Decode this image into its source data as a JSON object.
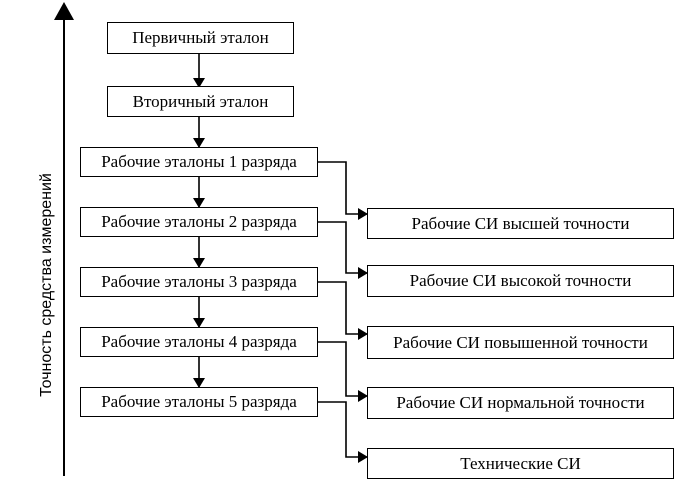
{
  "axis": {
    "label": "Точность средства измерений"
  },
  "standards": [
    "Первичный эталон",
    "Вторичный эталон",
    "Рабочие эталоны 1 разряда",
    "Рабочие эталоны 2 разряда",
    "Рабочие эталоны 3 разряда",
    "Рабочие эталоны 4 разряда",
    "Рабочие эталоны 5 разряда"
  ],
  "instruments": [
    "Рабочие СИ высшей точности",
    "Рабочие СИ высокой точности",
    "Рабочие СИ повышенной точности",
    "Рабочие СИ нормальной точности",
    "Технические СИ"
  ]
}
